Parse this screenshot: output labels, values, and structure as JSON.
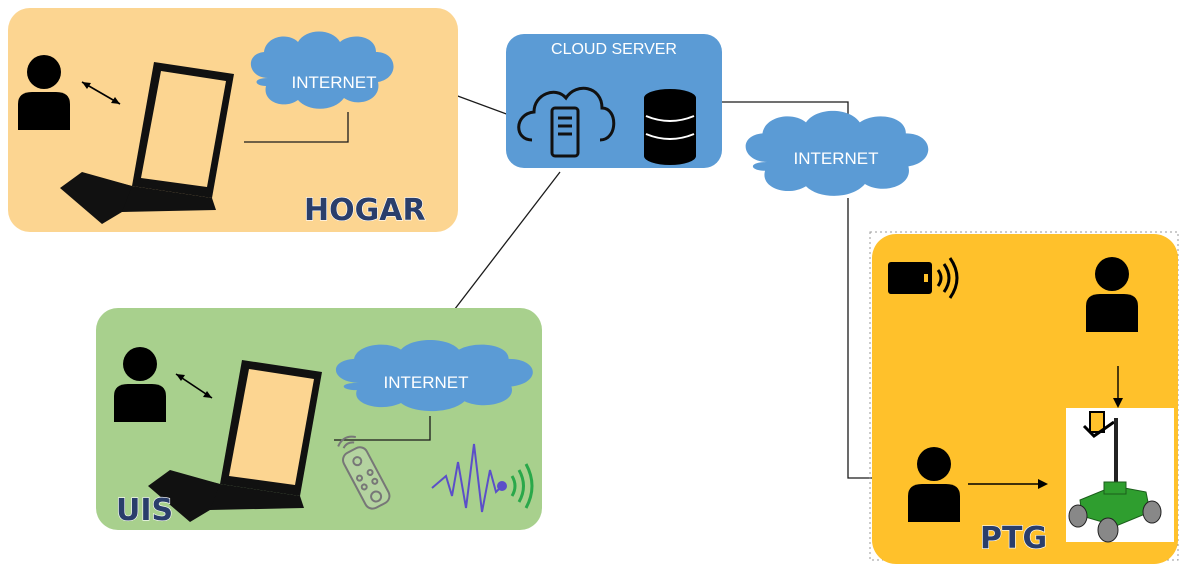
{
  "zones": {
    "hogar": {
      "label": "HOGAR",
      "fill": "#fcd591"
    },
    "uis": {
      "label": "UIS",
      "fill": "#a8d08d"
    },
    "ptg": {
      "label": "PTG",
      "fill": "#ffc12b"
    }
  },
  "server": {
    "title": "CLOUD SERVER",
    "fill": "#5b9bd5"
  },
  "clouds": {
    "hogar": {
      "label": "INTERNET"
    },
    "server": {
      "label": "INTERNET"
    },
    "uis": {
      "label": "INTERNET"
    }
  },
  "colors": {
    "cloud": "#5b9bd5",
    "robot_body": "#2f9e2f",
    "signal_wave": "#5b4fc9",
    "signal_arc": "#2aa84a"
  },
  "icons": [
    "person-icon",
    "laptop-icon",
    "cloud-server-icon",
    "database-icon",
    "remote-control-icon",
    "signal-wave-icon",
    "rfid-reader-icon",
    "robot-icon"
  ]
}
